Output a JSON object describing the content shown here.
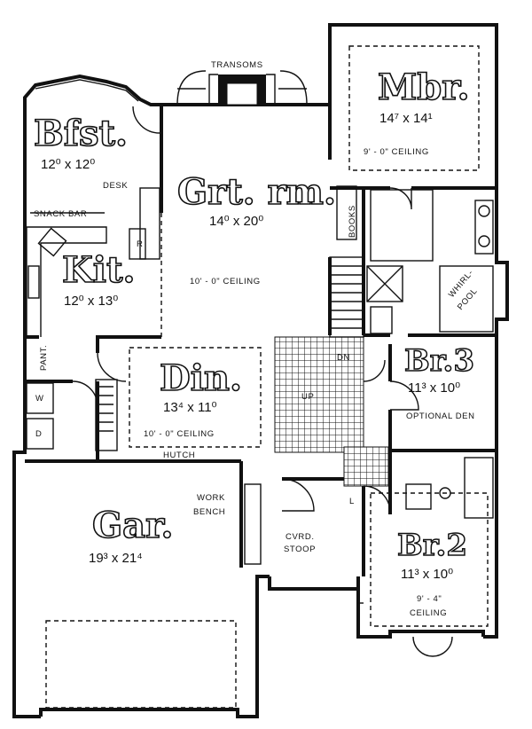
{
  "rooms": {
    "breakfast": {
      "name": "Bfst.",
      "size": "12⁰ x 12⁰"
    },
    "great_room": {
      "name": "Grt. rm.",
      "size": "14⁰ x 20⁰",
      "ceiling": "10' - 0\" CEILING"
    },
    "master_bedroom": {
      "name": "Mbr.",
      "size": "14⁷ x 14¹",
      "ceiling": "9' - 0\" CEILING"
    },
    "kitchen": {
      "name": "Kit.",
      "size": "12⁰ x 13⁰"
    },
    "dining": {
      "name": "Din.",
      "size": "13⁴ x 11⁰",
      "ceiling": "10' - 0\" CEILING"
    },
    "bedroom_3": {
      "name": "Br.3",
      "size": "11³ x 10⁰",
      "note": "OPTIONAL DEN"
    },
    "bedroom_2": {
      "name": "Br.2",
      "size": "11³ x 10⁰",
      "ceiling_line1": "9' - 4\"",
      "ceiling_line2": "CEILING"
    },
    "garage": {
      "name": "Gar.",
      "size": "19³ x 21⁴"
    }
  },
  "labels": {
    "transoms": "TRANSOMS",
    "desk": "DESK",
    "snack_bar": "SNACK BAR",
    "books": "BOOKS",
    "whirlpool_line1": "WHIRL-",
    "whirlpool_line2": "POOL",
    "pantry": "PANT.",
    "washer": "W",
    "dryer": "D",
    "hutch": "HUTCH",
    "work_bench_line1": "WORK",
    "work_bench_line2": "BENCH",
    "stoop_line1": "CVRD.",
    "stoop_line2": "STOOP",
    "down": "DN",
    "linen": "L",
    "up": "UP",
    "ref": "R"
  }
}
